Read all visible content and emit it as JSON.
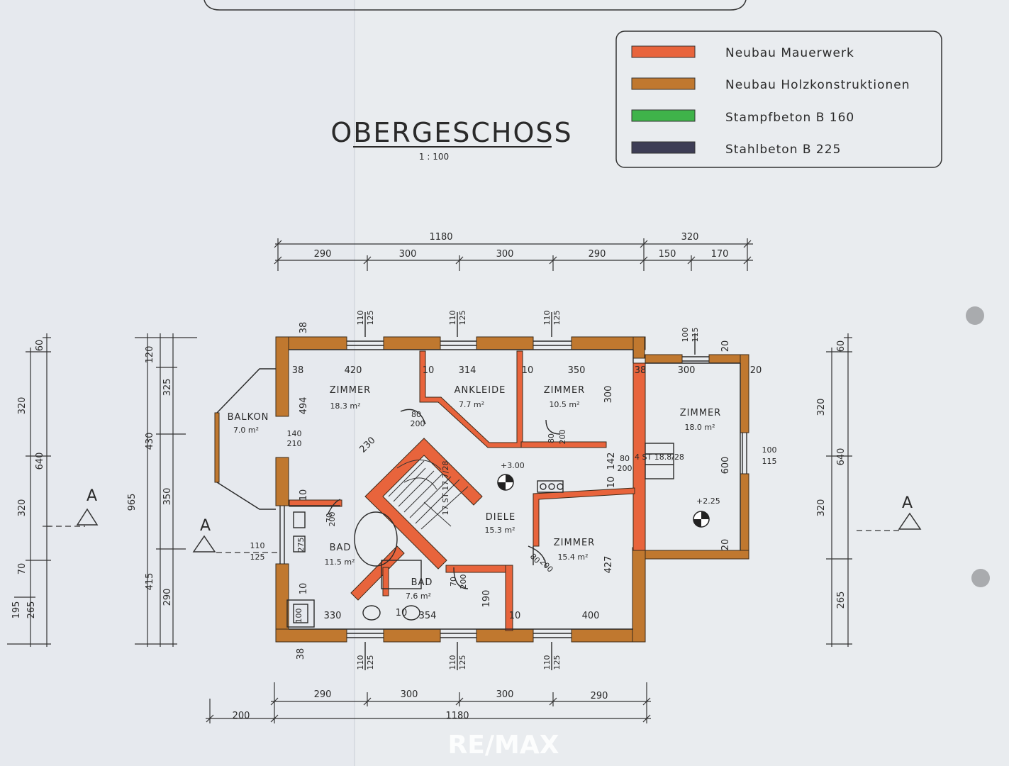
{
  "colors": {
    "paper": "#e9ecef",
    "mauerwerk": "#e8643c",
    "holz": "#c0782f",
    "stampfbeton": "#3fb34a",
    "stahlbeton": "#3d3d55"
  },
  "title": {
    "text": "OBERGESCHOSS",
    "scale": "1 : 100"
  },
  "legend": {
    "items": [
      {
        "label": "Neubau Mauerwerk",
        "color": "#e8643c"
      },
      {
        "label": "Neubau Holzkonstruktionen",
        "color": "#c0782f"
      },
      {
        "label": "Stampfbeton B 160",
        "color": "#3fb34a"
      },
      {
        "label": "Stahlbeton B 225",
        "color": "#3d3d55"
      }
    ]
  },
  "rooms": [
    {
      "name": "ZIMMER",
      "area": "18.3 m²"
    },
    {
      "name": "ANKLEIDE",
      "area": "7.7 m²"
    },
    {
      "name": "ZIMMER",
      "area": "10.5 m²"
    },
    {
      "name": "ZIMMER",
      "area": "18.0 m²"
    },
    {
      "name": "BALKON",
      "area": "7.0 m²"
    },
    {
      "name": "DIELE",
      "area": "15.3 m²"
    },
    {
      "name": "ZIMMER",
      "area": "15.4 m²"
    },
    {
      "name": "BAD",
      "area": "11.5 m²"
    },
    {
      "name": "BAD",
      "area": "7.6 m²"
    }
  ],
  "levels": {
    "diele": "+3.00",
    "zimmer": "+2.25"
  },
  "stairs": {
    "main": "17 ST 17.7/28",
    "side": "4 ST 18.8/28"
  },
  "dimensions": {
    "top_total": "1180",
    "top_annex": "320",
    "top_segments": [
      "290",
      "300",
      "300",
      "290",
      "150",
      "170"
    ],
    "bottom_segments": [
      "290",
      "300",
      "300",
      "290"
    ],
    "bottom_total": "1180",
    "bottom_offset": "200",
    "window": "110",
    "window_h": "125",
    "window_small": "100",
    "window_small_h": "115",
    "wall_38": "38",
    "wall_10": "10",
    "wall_20": "20",
    "inner": [
      "420",
      "314",
      "350",
      "300",
      "330",
      "354",
      "400",
      "427",
      "190",
      "494",
      "230",
      "600"
    ],
    "doors": [
      "80",
      "200",
      "70",
      "140",
      "210",
      "142"
    ],
    "left_a": [
      "60",
      "320",
      "640",
      "320",
      "70",
      "195",
      "265"
    ],
    "left_b": [
      "120",
      "325",
      "430",
      "965",
      "350",
      "415",
      "290"
    ],
    "right": [
      "60",
      "320",
      "640",
      "320",
      "265"
    ],
    "balcony": [
      "140",
      "210"
    ],
    "bath": [
      "100",
      "275"
    ]
  },
  "section_marker": "A",
  "watermark": "RE/MAX"
}
